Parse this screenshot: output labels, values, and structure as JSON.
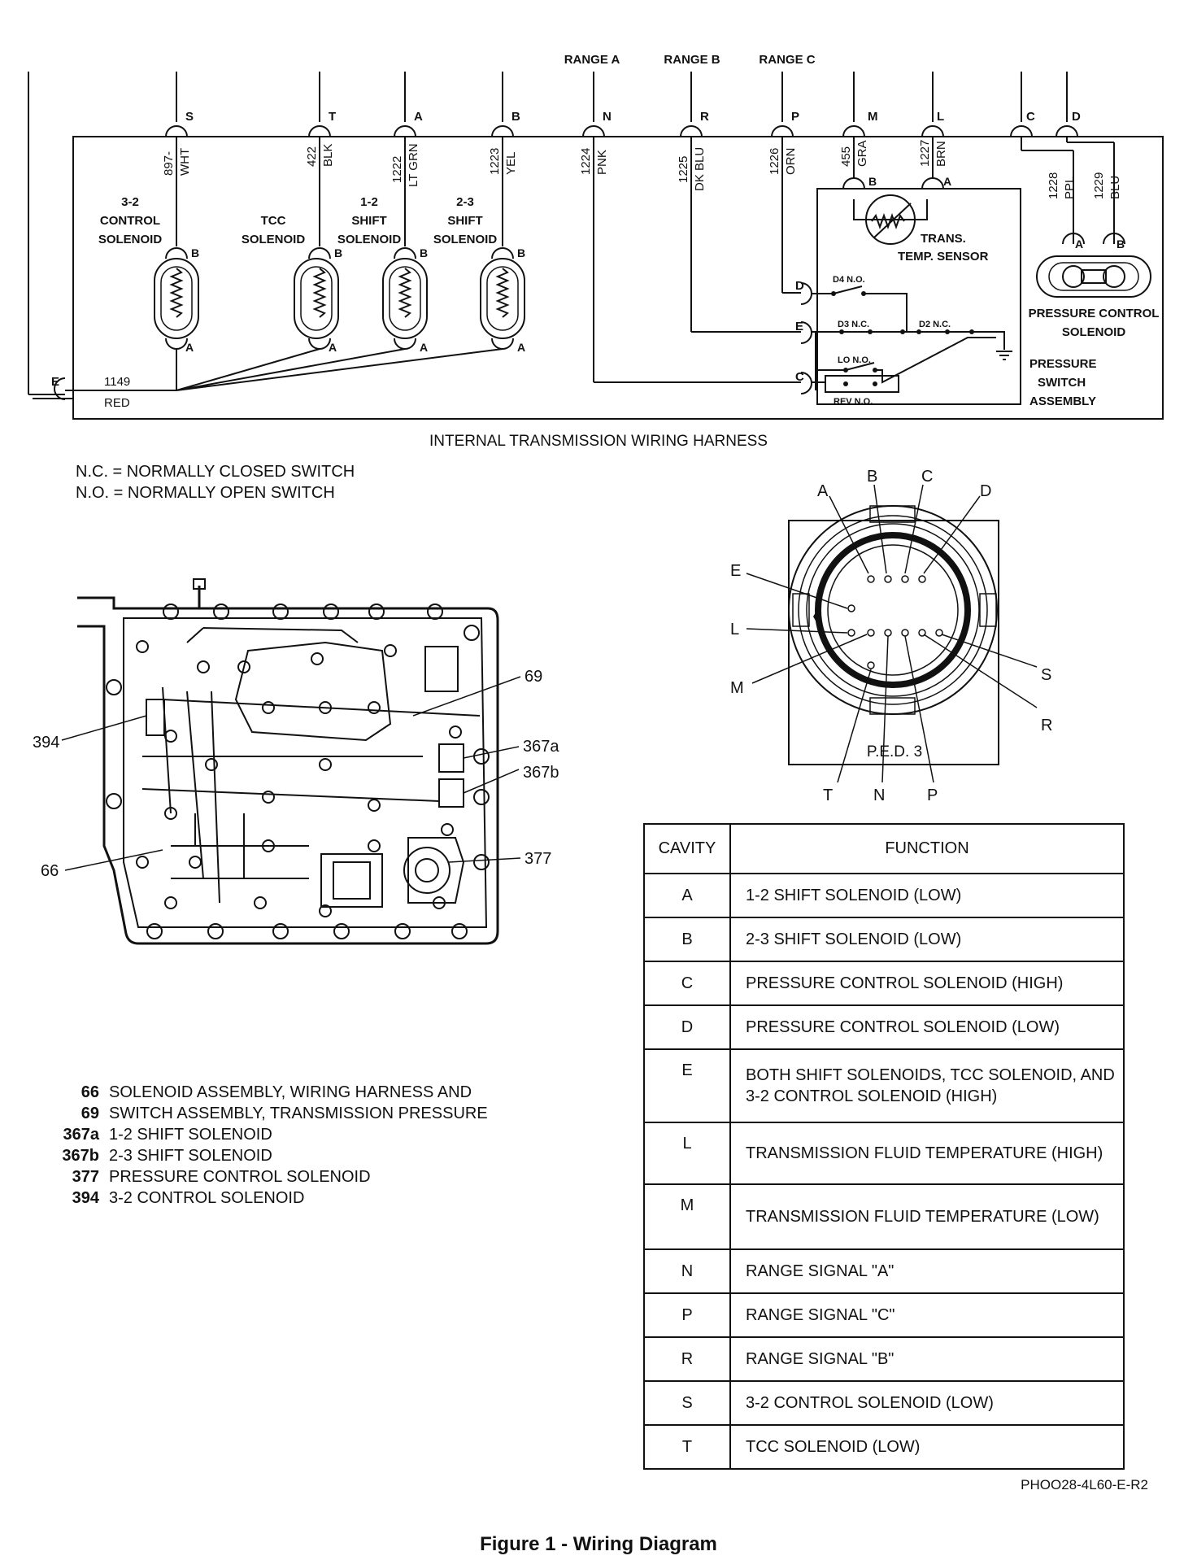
{
  "harness": {
    "range_labels": [
      "RANGE A",
      "RANGE B",
      "RANGE C"
    ],
    "pins": [
      {
        "letter": "S",
        "wire_no": "897-",
        "color": "WHT"
      },
      {
        "letter": "T",
        "wire_no": "422",
        "color": "BLK"
      },
      {
        "letter": "A",
        "wire_no": "1222",
        "color": "LT GRN"
      },
      {
        "letter": "B",
        "wire_no": "1223",
        "color": "YEL"
      },
      {
        "letter": "N",
        "wire_no": "1224",
        "color": "PNK"
      },
      {
        "letter": "R",
        "wire_no": "1225",
        "color": "DK BLU"
      },
      {
        "letter": "P",
        "wire_no": "1226",
        "color": "ORN"
      },
      {
        "letter": "M",
        "wire_no": "455",
        "color": "GRA"
      },
      {
        "letter": "L",
        "wire_no": "1227",
        "color": "BRN"
      },
      {
        "letter": "C",
        "wire_no": "",
        "color": ""
      },
      {
        "letter": "D",
        "wire_no": "",
        "color": ""
      }
    ],
    "solenoids": [
      {
        "line1": "3-2",
        "line2": "CONTROL",
        "line3": "SOLENOID"
      },
      {
        "line1": "TCC",
        "line2": "SOLENOID",
        "line3": ""
      },
      {
        "line1": "1-2",
        "line2": "SHIFT",
        "line3": "SOLENOID"
      },
      {
        "line1": "2-3",
        "line2": "SHIFT",
        "line3": "SOLENOID"
      }
    ],
    "pcs_wires": [
      {
        "wire_no": "1228",
        "color": "PPL"
      },
      {
        "wire_no": "1229",
        "color": "BLU"
      }
    ],
    "e_wire": {
      "letter": "E",
      "wire_no": "1149",
      "color": "RED"
    },
    "temp_sensor": {
      "line1": "TRANS.",
      "line2": "TEMP. SENSOR"
    },
    "pcs_label": {
      "line1": "PRESSURE CONTROL",
      "line2": "SOLENOID"
    },
    "psw_label": {
      "line1": "PRESSURE",
      "line2": "SWITCH",
      "line3": "ASSEMBLY"
    },
    "switches": [
      "D4 N.O.",
      "D3 N.C.",
      "D2 N.C.",
      "LO N.O.",
      "REV N.O."
    ],
    "pin_ab": {
      "a": "A",
      "b": "B"
    },
    "psw_pins": {
      "d": "D",
      "e": "E",
      "c": "C"
    },
    "title": "INTERNAL TRANSMISSION WIRING HARNESS"
  },
  "notes": {
    "nc": "N.C. = NORMALLY CLOSED SWITCH",
    "no": "N.O. = NORMALLY OPEN SWITCH"
  },
  "connector": {
    "cavities": [
      "A",
      "B",
      "C",
      "D",
      "E",
      "L",
      "M",
      "S",
      "R",
      "T",
      "N",
      "P"
    ],
    "label": "P.E.D. 3"
  },
  "valve_body_callouts": [
    "69",
    "394",
    "367a",
    "367b",
    "66",
    "377"
  ],
  "legend": [
    {
      "num": "66",
      "text": "SOLENOID ASSEMBLY, WIRING HARNESS AND"
    },
    {
      "num": "69",
      "text": "SWITCH ASSEMBLY, TRANSMISSION PRESSURE"
    },
    {
      "num": "367a",
      "text": "1-2 SHIFT SOLENOID"
    },
    {
      "num": "367b",
      "text": "2-3 SHIFT SOLENOID"
    },
    {
      "num": "377",
      "text": "PRESSURE CONTROL SOLENOID"
    },
    {
      "num": "394",
      "text": "3-2 CONTROL SOLENOID"
    }
  ],
  "table": {
    "headers": [
      "CAVITY",
      "FUNCTION"
    ],
    "rows": [
      {
        "cavity": "A",
        "function": "1-2 SHIFT SOLENOID (LOW)"
      },
      {
        "cavity": "B",
        "function": "2-3 SHIFT SOLENOID (LOW)"
      },
      {
        "cavity": "C",
        "function": "PRESSURE CONTROL SOLENOID (HIGH)"
      },
      {
        "cavity": "D",
        "function": "PRESSURE CONTROL SOLENOID (LOW)"
      },
      {
        "cavity": "E",
        "function": "BOTH SHIFT SOLENOIDS, TCC SOLENOID, AND 3-2 CONTROL SOLENOID (HIGH)"
      },
      {
        "cavity": "L",
        "function": "TRANSMISSION FLUID TEMPERATURE (HIGH)"
      },
      {
        "cavity": "M",
        "function": "TRANSMISSION FLUID TEMPERATURE (LOW)"
      },
      {
        "cavity": "N",
        "function": "RANGE SIGNAL \"A\""
      },
      {
        "cavity": "P",
        "function": "RANGE SIGNAL \"C\""
      },
      {
        "cavity": "R",
        "function": "RANGE SIGNAL \"B\""
      },
      {
        "cavity": "S",
        "function": "3-2 CONTROL SOLENOID (LOW)"
      },
      {
        "cavity": "T",
        "function": "TCC SOLENOID (LOW)"
      }
    ]
  },
  "part_code": "PHOO28-4L60-E-R2",
  "figure_caption": "Figure 1 - Wiring Diagram"
}
